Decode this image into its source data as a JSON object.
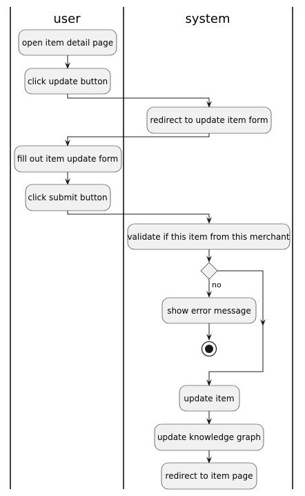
{
  "lanes": [
    {
      "id": "user",
      "title": "user"
    },
    {
      "id": "system",
      "title": "system"
    }
  ],
  "nodes": {
    "open": "open item detail page",
    "click_update": "click update button",
    "redirect_form": "redirect to update item form",
    "fill_form": "fill out item update form",
    "click_submit": "click submit button",
    "validate": "validate if this item from this merchant",
    "show_error": "show error message",
    "update_item": "update item",
    "update_graph": "update knowledge graph",
    "redirect_page": "redirect to item page"
  },
  "decision": {
    "guard": "no"
  }
}
